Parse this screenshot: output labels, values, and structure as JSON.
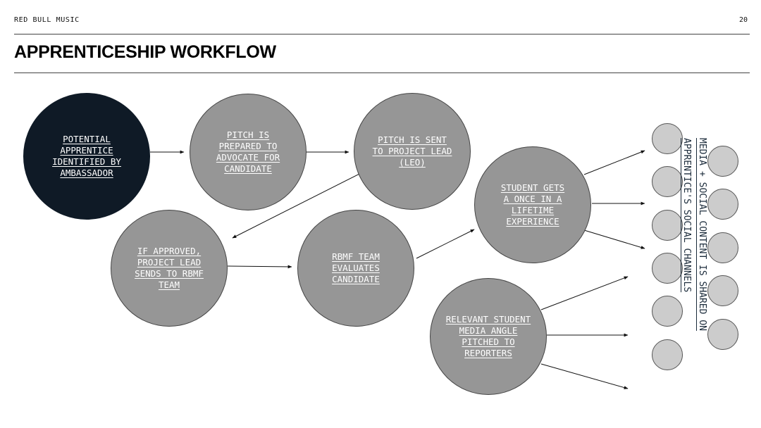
{
  "header": {
    "brand": "RED BULL MUSIC",
    "page_number": "20"
  },
  "title": "APPRENTICESHIP WORKFLOW",
  "nodes": {
    "potential_apprentice": "POTENTIAL\nAPPRENTICE\nIDENTIFIED BY\nAMBASSADOR",
    "pitch_prepared": "PITCH IS\nPREPARED TO\nADVOCATE FOR\nCANDIDATE",
    "pitch_sent": "PITCH IS SENT\nTO PROJECT LEAD\n(LEO)",
    "if_approved": "IF APPROVED,\nPROJECT LEAD\nSENDS TO RBMF\nTEAM",
    "rbmf_evaluates": "RBMF TEAM\nEVALUATES\nCANDIDATE",
    "student_experience": "STUDENT GETS\nA ONCE IN A\nLIFETIME\nEXPERIENCE",
    "media_angle": "RELEVANT STUDENT\nMEDIA ANGLE\nPITCHED TO\nREPORTERS"
  },
  "social_text": "MEDIA + SOCIAL CONTENT IS SHARED ON\nAPPRENTICE'S SOCIAL CHANNELS",
  "colors": {
    "node_gray": "#969696",
    "node_dark": "#0f1a26",
    "dot_gray": "#cccccc"
  }
}
